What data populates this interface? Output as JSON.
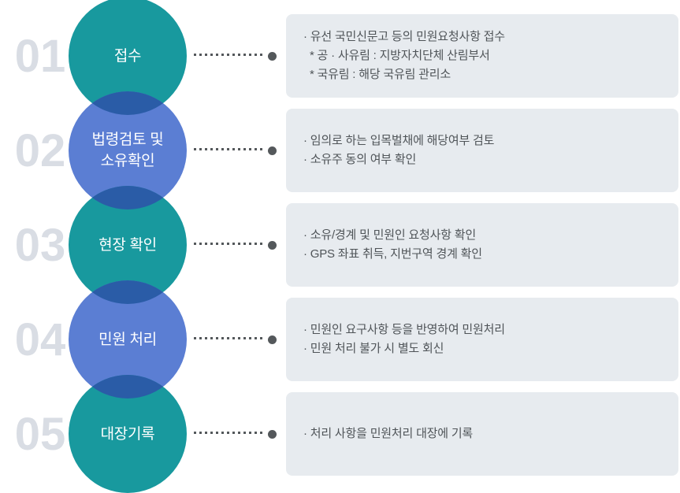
{
  "colors": {
    "teal": "#18999E",
    "blue": "#5B7ED3",
    "overlap": "#2A5CA7",
    "number_gray": "#D9DDE4",
    "box_bg": "#E7EBEF",
    "box_text": "#4F5458",
    "connector": "#54585B",
    "circle_text": "#FFFFFF",
    "background": "#FFFFFF"
  },
  "diagram": {
    "type": "process-flow",
    "step_count": 5
  },
  "steps": [
    {
      "number": "01",
      "circle_color": "teal",
      "title_lines": [
        "접수"
      ],
      "details": [
        "· 유선 국민신문고 등의 민원요청사항 접수",
        "  * 공 · 사유림 : 지방자치단체 산림부서",
        "  * 국유림 : 해당 국유림 관리소"
      ]
    },
    {
      "number": "02",
      "circle_color": "blue",
      "title_lines": [
        "법령검토 및",
        "소유확인"
      ],
      "details": [
        "· 임의로 하는 입목벌채에 해당여부 검토",
        "· 소유주 동의 여부 확인"
      ]
    },
    {
      "number": "03",
      "circle_color": "teal",
      "title_lines": [
        "현장 확인"
      ],
      "details": [
        "· 소유/경계 및 민원인 요청사항 확인",
        "· GPS 좌표 취득, 지번구역 경계 확인"
      ]
    },
    {
      "number": "04",
      "circle_color": "blue",
      "title_lines": [
        "민원 처리"
      ],
      "details": [
        "· 민원인 요구사항 등을 반영하여 민원처리",
        "· 민원 처리 불가 시 별도 회신"
      ]
    },
    {
      "number": "05",
      "circle_color": "teal",
      "title_lines": [
        "대장기록"
      ],
      "details": [
        "· 처리 사항을 민원처리 대장에 기록"
      ]
    }
  ]
}
